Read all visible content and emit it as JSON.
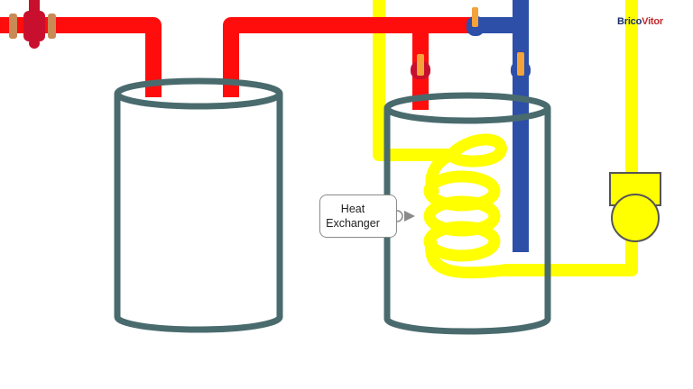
{
  "callout": {
    "line1": "Heat",
    "line2": "Exchanger"
  },
  "logo": {
    "part1": "Brico",
    "part2": "Vitor"
  },
  "colors": {
    "hot_pipe": "#ff0d0d",
    "cold_pipe": "#2d4fa8",
    "coil_pipe": "#ffff00",
    "tank_outline": "#4a6b6e",
    "valve_handle": "#f4a23a",
    "valve_body": "#c8102e",
    "pump_outline": "#555555"
  },
  "icons": [
    "valve-icon",
    "pump-icon",
    "tank-icon",
    "coil-icon"
  ]
}
